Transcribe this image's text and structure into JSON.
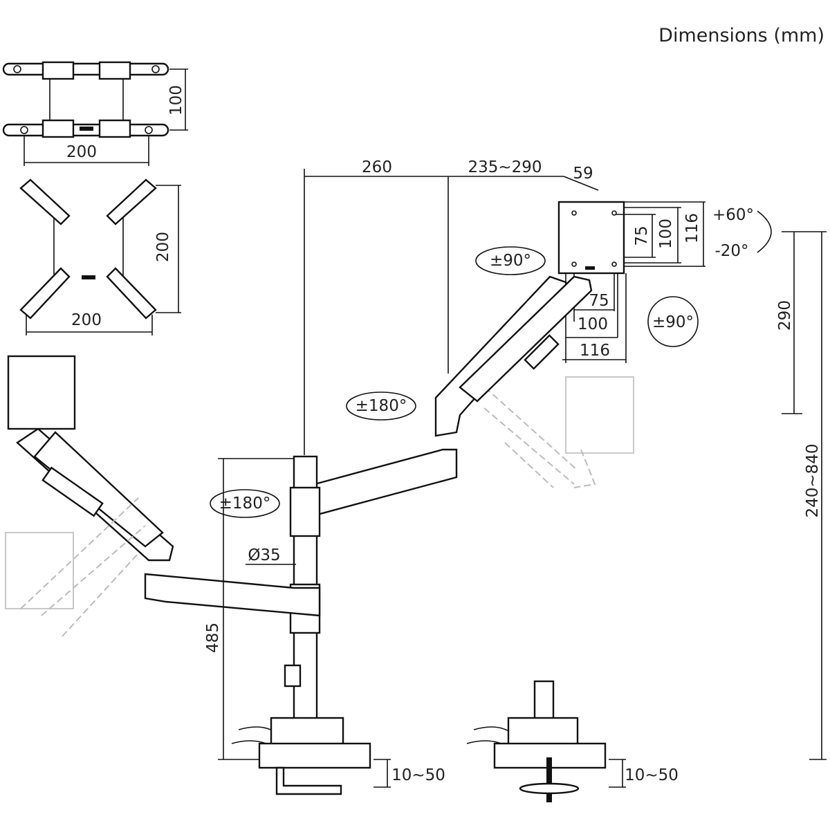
{
  "title": "Dimensions (mm)",
  "vesa_plates": {
    "plate_top": {
      "height": "100",
      "width": "200"
    },
    "plate_bottom": {
      "height": "200",
      "width": "200"
    }
  },
  "top_dimensions": {
    "pole_to_joint": "260",
    "arm_extension": "235~290",
    "plate_depth": "59"
  },
  "monitor_plate": {
    "side_heights": [
      "75",
      "100",
      "116"
    ],
    "bottom_widths": [
      "75",
      "100",
      "116"
    ],
    "tilt_up": "+60°",
    "tilt_down": "-20°",
    "swivel": "±90°",
    "rotation": "±90°"
  },
  "heights": {
    "arm_vertical_travel": "290",
    "total_range": "240~840",
    "pole_height": "485"
  },
  "rotations": {
    "upper_arm": "±180°",
    "lower_arm": "±180°"
  },
  "pole_diameter": "Ø35",
  "clamp_ranges": [
    "10~50",
    "10~50"
  ]
}
